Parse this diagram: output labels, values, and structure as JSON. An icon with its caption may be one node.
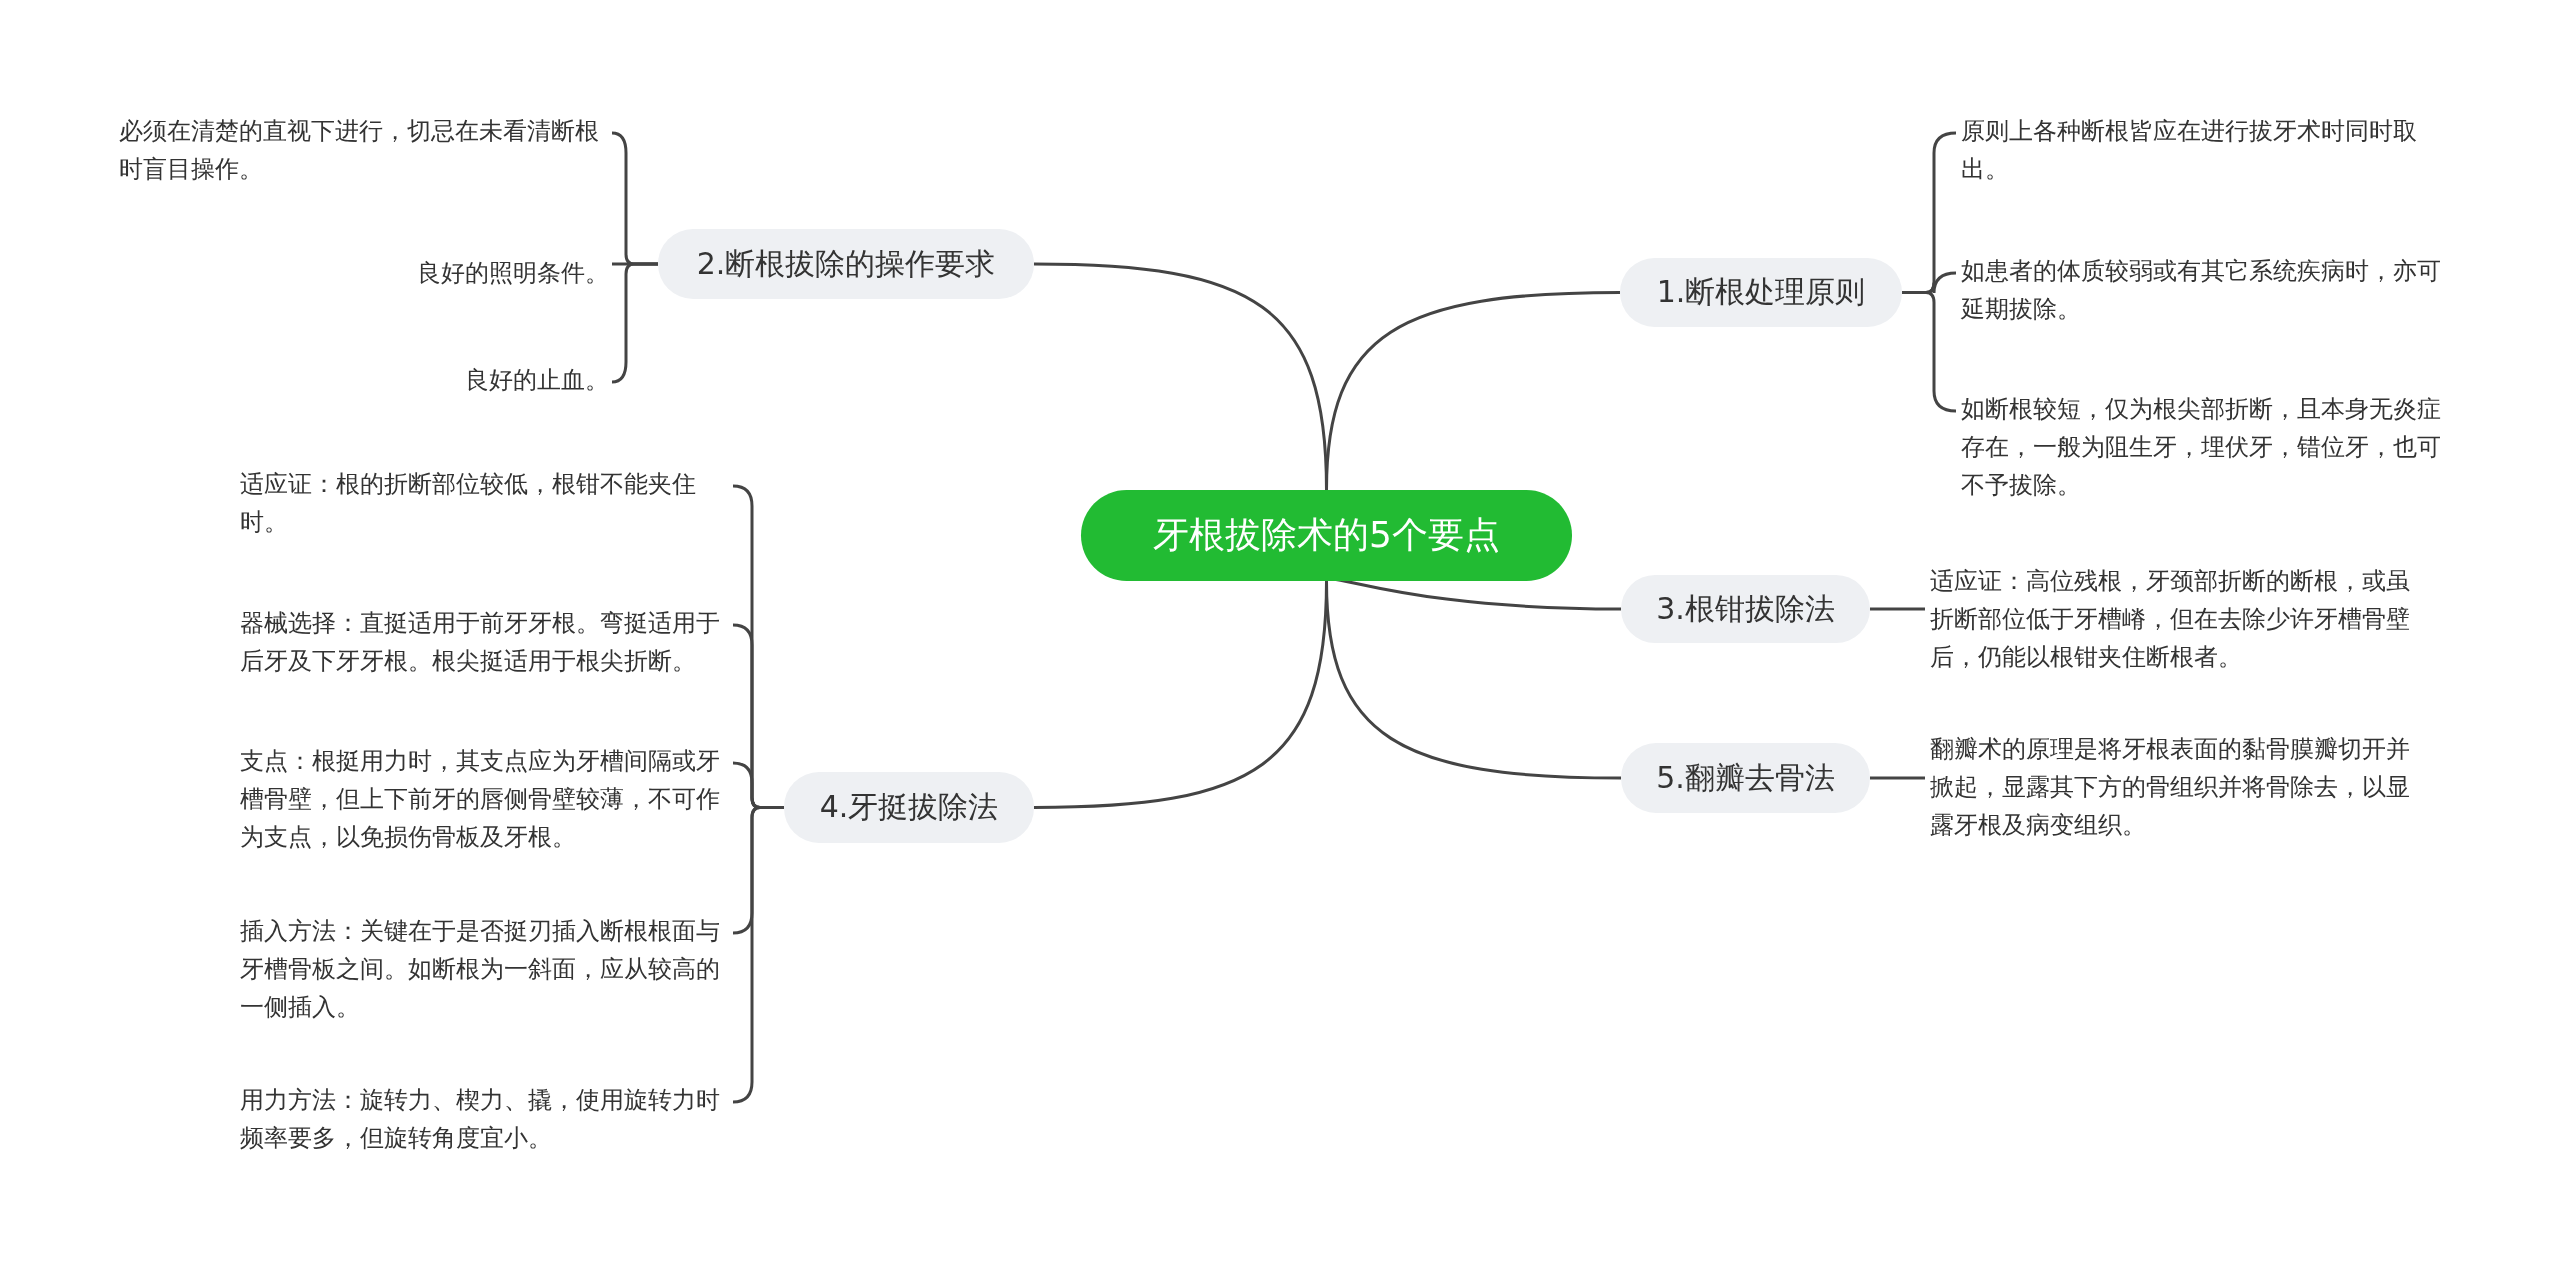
{
  "diagram": {
    "nodes": [
      {
        "text": [
          "牙根拔除术的5个要点"
        ]
      },
      {
        "text": [
          "1.断根处理原则"
        ]
      },
      {
        "text": [
          "原则上各种断根皆应在进行拔牙术时同时取出。"
        ]
      },
      {
        "text": [
          "如患者的体质较弱或有其它系统疾病时，亦可延期拔除。"
        ]
      },
      {
        "text": [
          "如断根较短，仅为根尖部折断，且本身无炎症存在，一般为阻生牙，埋伏牙，错位牙，也可不予拔除。"
        ]
      },
      {
        "text": [
          "2.断根拔除的操作要求"
        ]
      },
      {
        "text": [
          "必须在清楚的直视下进行，切忌在未看清断根时盲目操作。"
        ]
      },
      {
        "text": [
          "良好的照明条件。"
        ]
      },
      {
        "text": [
          "良好的止血。"
        ]
      },
      {
        "text": [
          "3.根钳拔除法"
        ]
      },
      {
        "text": [
          "适应证：高位残根，牙颈部折断的断根，或虽折断部位低于牙槽嵴，但在去除少许牙槽骨壁后，仍能以根钳夹住断根者。"
        ]
      },
      {
        "text": [
          "4.牙挺拔除法"
        ]
      },
      {
        "text": [
          "适应证：根的折断部位较低，根钳不能夹住时。"
        ]
      },
      {
        "text": [
          "器械选择：直挺适用于前牙牙根。弯挺适用于后牙及下牙牙根。根尖挺适用于根尖折断。"
        ]
      },
      {
        "text": [
          "支点：根挺用力时，其支点应为牙槽间隔或牙槽骨壁，但上下前牙的唇侧骨壁较薄，不可作为支点，以免损伤骨板及牙根。"
        ]
      },
      {
        "text": [
          "插入方法：关键在于是否挺刃插入断根根面与牙槽骨板之间。如断根为一斜面，应从较高的一侧插入。"
        ]
      },
      {
        "text": [
          "用力方法：旋转力、楔力、撬，使用旋转力时频率要多，但旋转角度宜小。"
        ]
      },
      {
        "text": [
          "5.翻瓣去骨法"
        ]
      },
      {
        "text": [
          "翻瓣术的原理是将牙根表面的黏骨膜瓣切开并掀起，显露其下方的骨组织并将骨除去，以显露牙根及病变组织。"
        ]
      }
    ],
    "edges": [
      {
        "from": 0,
        "to": 1,
        "arrow": "none"
      },
      {
        "from": 1,
        "to": 2,
        "arrow": "none"
      },
      {
        "from": 1,
        "to": 3,
        "arrow": "none"
      },
      {
        "from": 1,
        "to": 4,
        "arrow": "none"
      },
      {
        "from": 0,
        "to": 5,
        "arrow": "none"
      },
      {
        "from": 5,
        "to": 6,
        "arrow": "none"
      },
      {
        "from": 5,
        "to": 7,
        "arrow": "none"
      },
      {
        "from": 5,
        "to": 8,
        "arrow": "none"
      },
      {
        "from": 0,
        "to": 9,
        "arrow": "none"
      },
      {
        "from": 9,
        "to": 10,
        "arrow": "none"
      },
      {
        "from": 0,
        "to": 11,
        "arrow": "none"
      },
      {
        "from": 11,
        "to": 12,
        "arrow": "none"
      },
      {
        "from": 11,
        "to": 13,
        "arrow": "none"
      },
      {
        "from": 11,
        "to": 14,
        "arrow": "none"
      },
      {
        "from": 11,
        "to": 15,
        "arrow": "none"
      },
      {
        "from": 11,
        "to": 16,
        "arrow": "none"
      },
      {
        "from": 0,
        "to": 17,
        "arrow": "none"
      },
      {
        "from": 17,
        "to": 18,
        "arrow": "none"
      }
    ]
  }
}
